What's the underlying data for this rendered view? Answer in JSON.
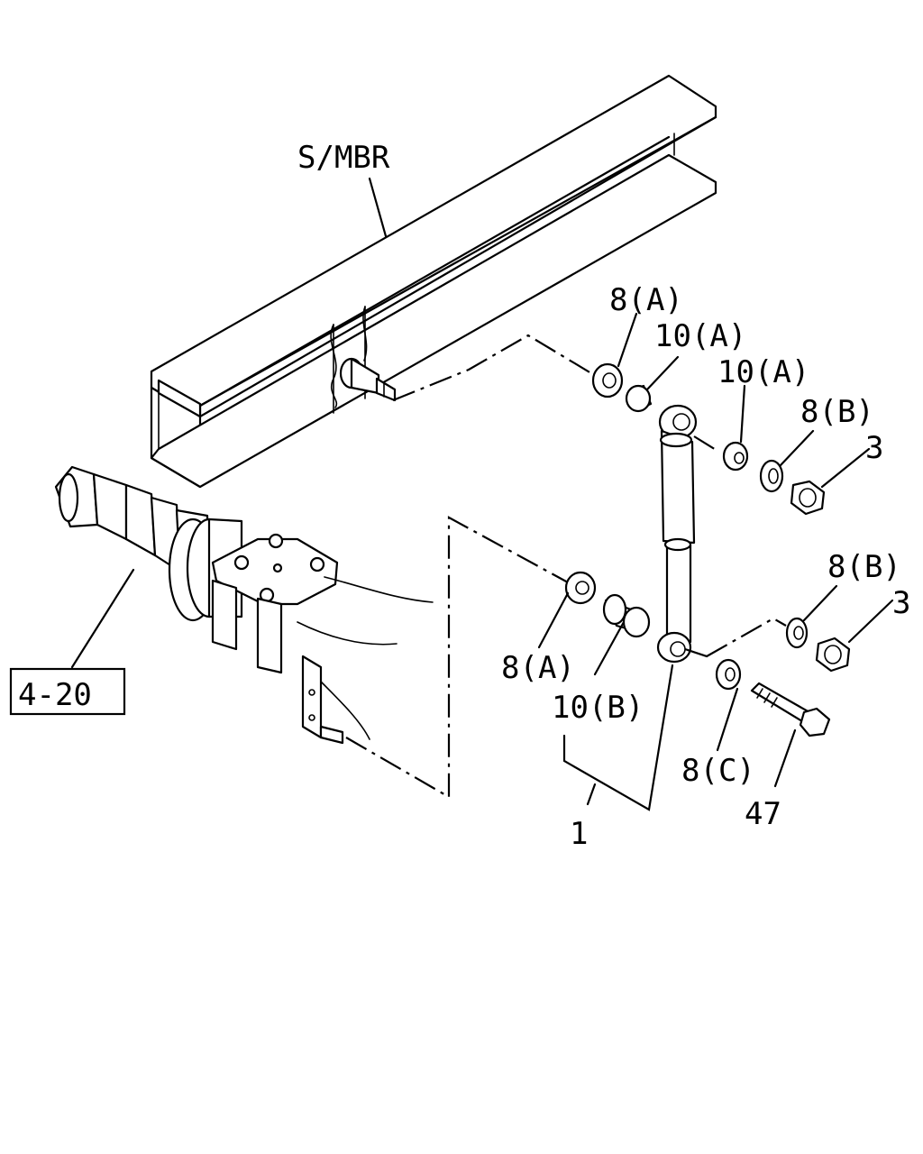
{
  "labels": {
    "side_member": "S/MBR",
    "ref_page": "4-20",
    "washer_8a_upper": "8(A)",
    "bushing_10a_left": "10(A)",
    "bushing_10a_right": "10(A)",
    "washer_8b_upper": "8(B)",
    "nut_3_upper": "3",
    "washer_8b_lower": "8(B)",
    "nut_3_lower": "3",
    "washer_8a_lower": "8(A)",
    "bushing_10b": "10(B)",
    "washer_8c": "8(C)",
    "bolt_47": "47",
    "shock_absorber_1": "1"
  }
}
